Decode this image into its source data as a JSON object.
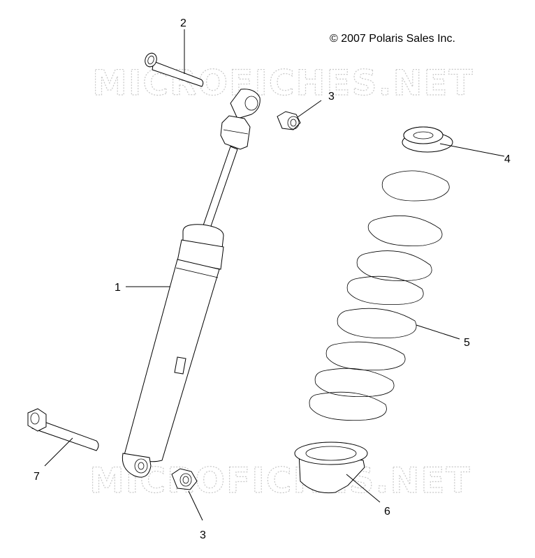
{
  "copyright": "© 2007 Polaris Sales Inc.",
  "watermark": "MICROFICHES.NET",
  "callouts": {
    "shock": "1",
    "upper_bolt": "2",
    "upper_nut": "3",
    "lower_nut": "3",
    "upper_retainer": "4",
    "spring": "5",
    "lower_retainer": "6",
    "lower_bolt": "7"
  }
}
